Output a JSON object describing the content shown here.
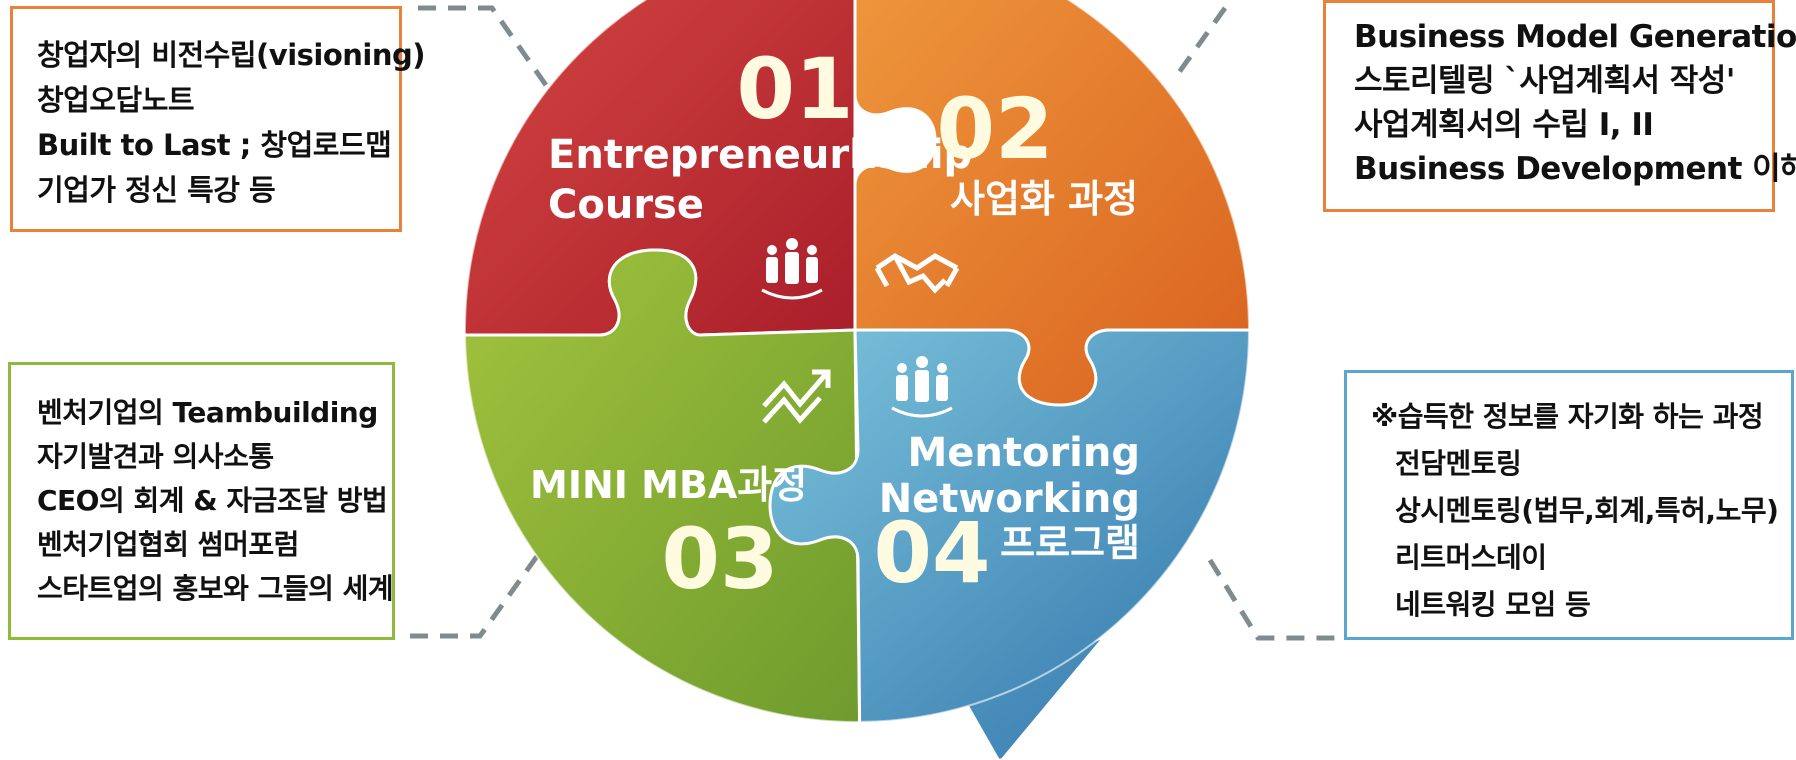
{
  "colors": {
    "red": "#C5282F",
    "orange": "#E8782A",
    "green": "#8DB93A",
    "blue": "#3D8BBF",
    "number": "#FFFBE0",
    "orange_border": "#E8813A",
    "green_border": "#8DBB3A",
    "blue_border": "#5BA6CE",
    "connector": "#7E8C90"
  },
  "pieces": {
    "p1": {
      "number": "01",
      "title_line1": "Entrepreneurhship",
      "title_line2": "Course",
      "icon": "team-icon"
    },
    "p2": {
      "number": "02",
      "title": "사업화 과정",
      "icon": "handshake-icon"
    },
    "p3": {
      "number": "03",
      "title": "MINI MBA과정",
      "icon": "growth-chart-icon"
    },
    "p4": {
      "number": "04",
      "title_line1": "Mentoring",
      "title_line2": "Networking",
      "title_line3": "프로그램",
      "icon": "team-icon"
    }
  },
  "boxes": {
    "box1": {
      "lines": [
        "창업자의 비전수립(visioning)",
        "창업오답노트",
        "Built to Last ; 창업로드맵",
        "기업가 정신 특강 등"
      ]
    },
    "box2": {
      "lines": [
        "Business Model Generation",
        "스토리텔링 `사업계획서 작성'",
        "사업계획서의 수립 I, II",
        "Business Development 이해"
      ]
    },
    "box3": {
      "lines": [
        "벤처기업의 Teambuilding",
        "자기발견과 의사소통",
        "CEO의 회계 & 자금조달 방법",
        "벤처기업협회 썸머포럼",
        "스타트업의 홍보와 그들의 세계"
      ]
    },
    "box4": {
      "lines": [
        "※습득한 정보를 자기화 하는 과정",
        "전담멘토링",
        "상시멘토링(법무,회계,특허,노무)",
        "리트머스데이",
        "네트워킹 모임 등"
      ]
    }
  }
}
